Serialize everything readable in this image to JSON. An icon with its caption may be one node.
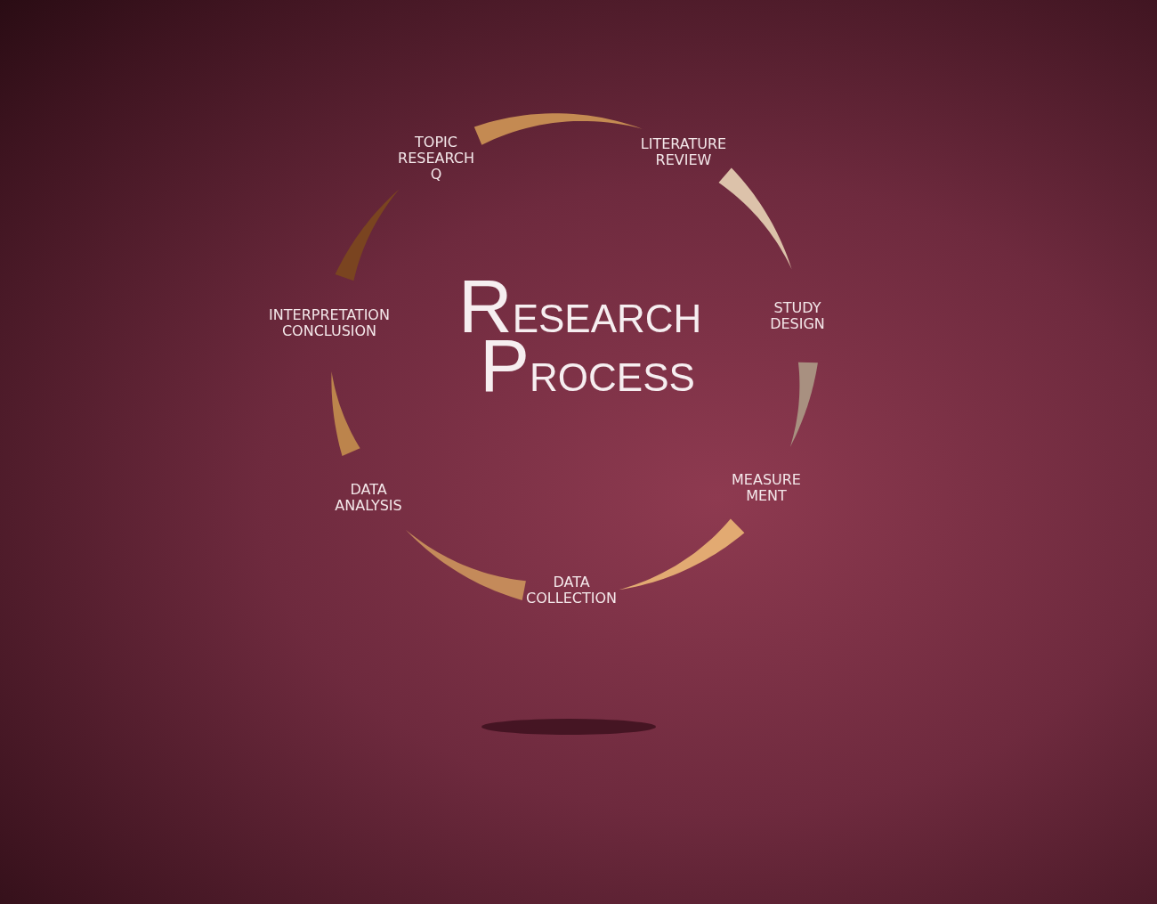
{
  "diagram": {
    "title": "RESEARCH PROCESS",
    "nodes": [
      {
        "text": [
          "TOPIC RESEARCH Q"
        ]
      },
      {
        "text": [
          "LITERATURE REVIEW"
        ]
      },
      {
        "text": [
          "STUDY DESIGN"
        ]
      },
      {
        "text": [
          "MEASURE MENT"
        ]
      },
      {
        "text": [
          "DATA COLLECTION"
        ]
      },
      {
        "text": [
          "DATA ANALYSIS"
        ]
      },
      {
        "text": [
          "INTERPRETATION CONCLUSION"
        ]
      }
    ],
    "edges": [
      {
        "from": 0,
        "to": 1,
        "arrow": "none",
        "color": "#c48a52"
      },
      {
        "from": 1,
        "to": 2,
        "arrow": "none",
        "color": "#dcc2aa"
      },
      {
        "from": 2,
        "to": 3,
        "arrow": "none",
        "color": "#a89080"
      },
      {
        "from": 3,
        "to": 4,
        "arrow": "none",
        "color": "#e2aa72"
      },
      {
        "from": 4,
        "to": 5,
        "arrow": "none",
        "color": "#c48a5a"
      },
      {
        "from": 5,
        "to": 6,
        "arrow": "none",
        "color": "#bc844c"
      },
      {
        "from": 6,
        "to": 0,
        "arrow": "none",
        "color": "#7a4420"
      }
    ]
  }
}
